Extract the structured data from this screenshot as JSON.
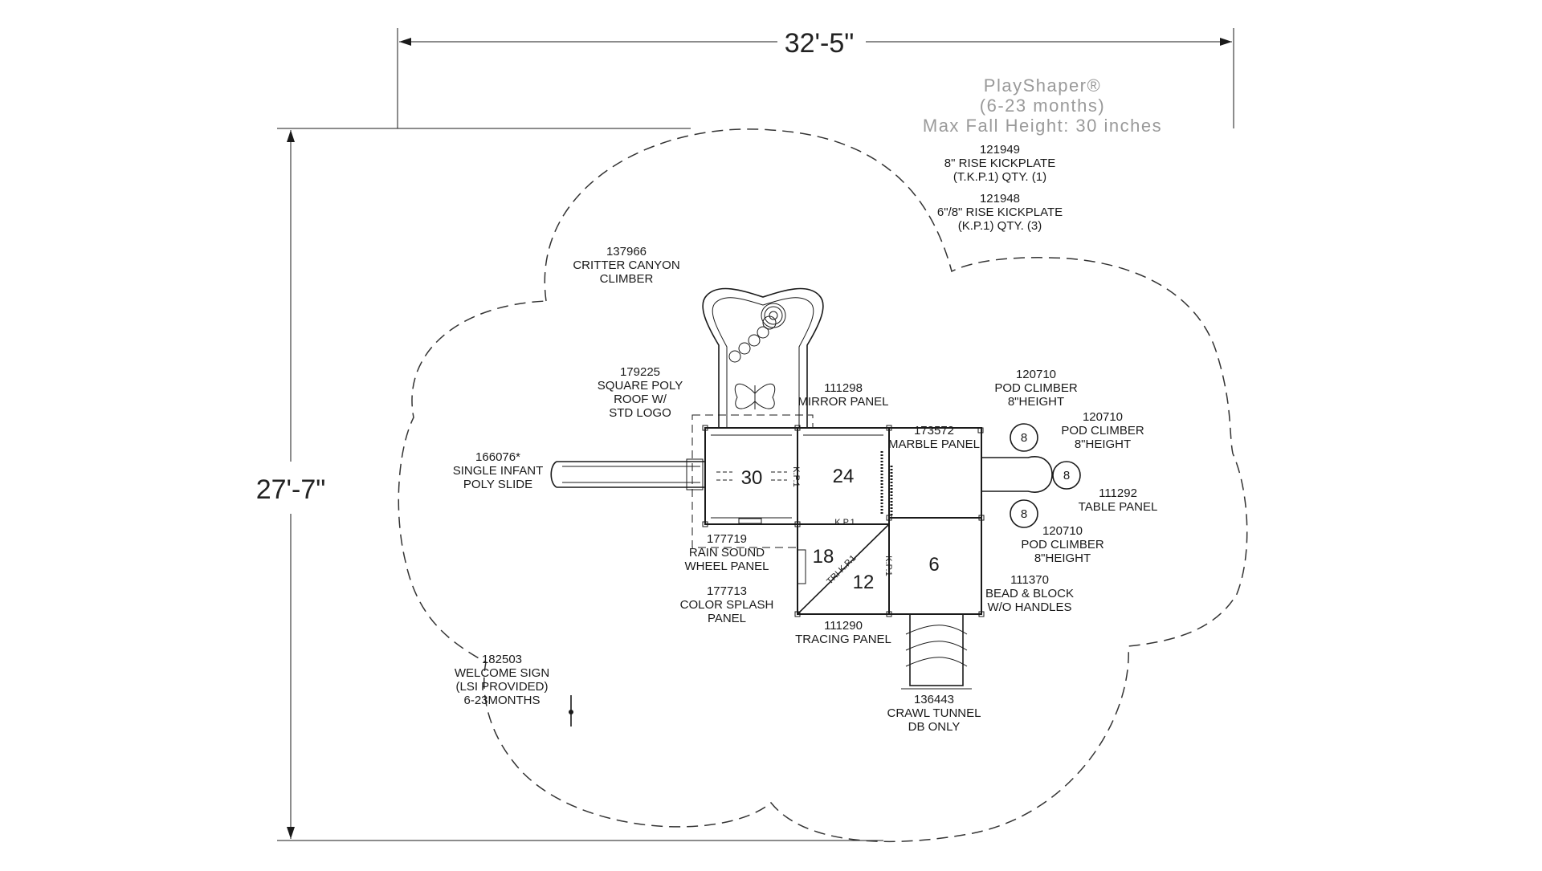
{
  "dimensions": {
    "width": "32'-5\"",
    "height": "27'-7\""
  },
  "brand": {
    "name": "PlayShaper®",
    "age_range": "(6-23 months)",
    "max_fall": "Max Fall Height: 30 inches"
  },
  "decks": {
    "d30": "30",
    "d24": "24",
    "d18": "18",
    "d12": "12",
    "d6": "6",
    "pod": "8"
  },
  "kickplate_labels": {
    "kp": "K.P.1",
    "tri_kp": "TRI K.P.1"
  },
  "components": [
    {
      "id": "kickplate-8",
      "lines": [
        "121949",
        "8\" RISE KICKPLATE",
        "(T.K.P.1) QTY. (1)"
      ]
    },
    {
      "id": "kickplate-6-8",
      "lines": [
        "121948",
        "6\"/8\" RISE KICKPLATE",
        "(K.P.1) QTY. (3)"
      ]
    },
    {
      "id": "critter-canyon",
      "lines": [
        "137966",
        "CRITTER CANYON",
        "CLIMBER"
      ]
    },
    {
      "id": "square-roof",
      "lines": [
        "179225",
        "SQUARE POLY",
        "ROOF W/",
        "STD LOGO"
      ]
    },
    {
      "id": "mirror-panel",
      "lines": [
        "111298",
        "MIRROR PANEL"
      ]
    },
    {
      "id": "marble-panel",
      "lines": [
        "173572",
        "MARBLE PANEL"
      ]
    },
    {
      "id": "pod-climber-1",
      "lines": [
        "120710",
        "POD CLIMBER",
        "8\"HEIGHT"
      ]
    },
    {
      "id": "pod-climber-2",
      "lines": [
        "120710",
        "POD CLIMBER",
        "8\"HEIGHT"
      ]
    },
    {
      "id": "infant-slide",
      "lines": [
        "166076*",
        "SINGLE INFANT",
        "POLY SLIDE"
      ]
    },
    {
      "id": "table-panel",
      "lines": [
        "111292",
        "TABLE PANEL"
      ]
    },
    {
      "id": "pod-climber-3",
      "lines": [
        "120710",
        "POD CLIMBER",
        "8\"HEIGHT"
      ]
    },
    {
      "id": "rain-sound",
      "lines": [
        "177719",
        "RAIN SOUND",
        "WHEEL PANEL"
      ]
    },
    {
      "id": "color-splash",
      "lines": [
        "177713",
        "COLOR SPLASH",
        "PANEL"
      ]
    },
    {
      "id": "bead-block",
      "lines": [
        "111370",
        "BEAD & BLOCK",
        "W/O HANDLES"
      ]
    },
    {
      "id": "tracing-panel",
      "lines": [
        "111290",
        "TRACING PANEL"
      ]
    },
    {
      "id": "welcome-sign",
      "lines": [
        "182503",
        "WELCOME SIGN",
        "(LSI PROVIDED)",
        "6-23MONTHS"
      ]
    },
    {
      "id": "crawl-tunnel",
      "lines": [
        "136443",
        "CRAWL TUNNEL",
        "DB ONLY"
      ]
    }
  ]
}
